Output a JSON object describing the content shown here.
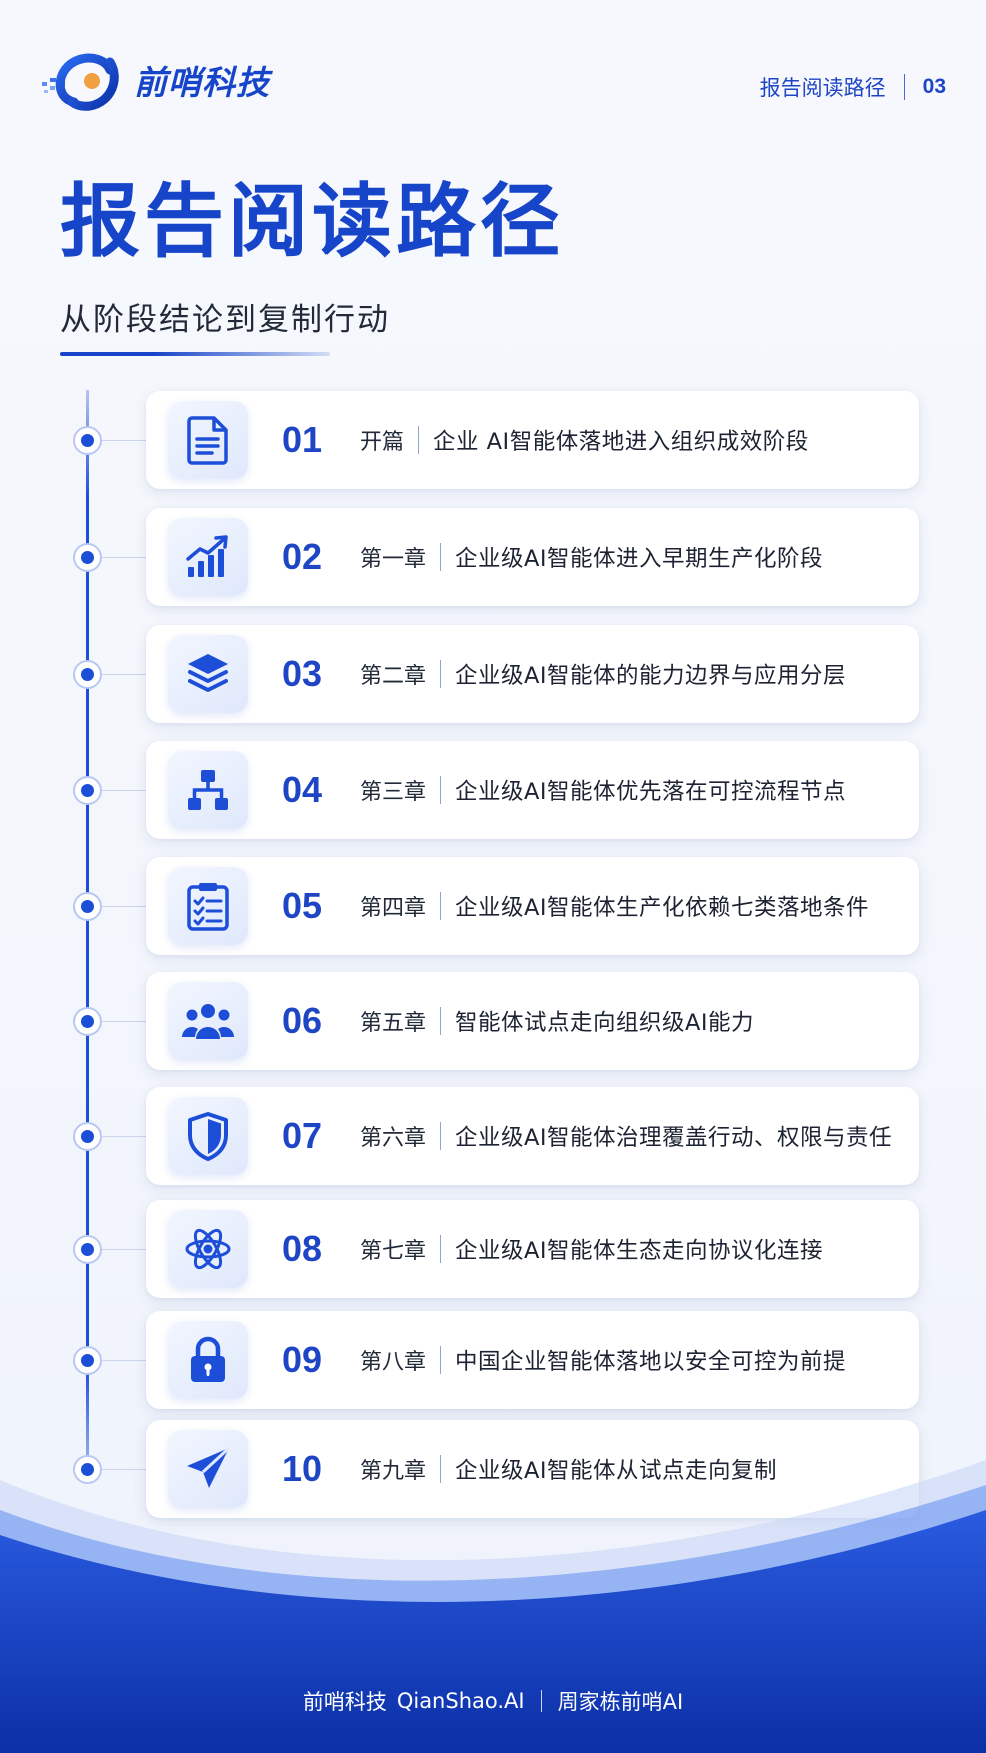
{
  "brand": {
    "name": "前哨科技"
  },
  "header": {
    "section": "报告阅读路径",
    "page_number": "03"
  },
  "title": "报告阅读路径",
  "subtitle": "从阶段结论到复制行动",
  "items": [
    {
      "num": "01",
      "chapter": "开篇",
      "desc": "企业 AI智能体落地进入组织成效阶段",
      "icon": "document-icon"
    },
    {
      "num": "02",
      "chapter": "第一章",
      "desc": "企业级AI智能体进入早期生产化阶段",
      "icon": "growth-chart-icon"
    },
    {
      "num": "03",
      "chapter": "第二章",
      "desc": "企业级AI智能体的能力边界与应用分层",
      "icon": "layers-icon"
    },
    {
      "num": "04",
      "chapter": "第三章",
      "desc": "企业级AI智能体优先落在可控流程节点",
      "icon": "hierarchy-icon"
    },
    {
      "num": "05",
      "chapter": "第四章",
      "desc": "企业级AI智能体生产化依赖七类落地条件",
      "icon": "checklist-icon"
    },
    {
      "num": "06",
      "chapter": "第五章",
      "desc": "智能体试点走向组织级AI能力",
      "icon": "team-icon"
    },
    {
      "num": "07",
      "chapter": "第六章",
      "desc": "企业级AI智能体治理覆盖行动、权限与责任",
      "icon": "shield-icon"
    },
    {
      "num": "08",
      "chapter": "第七章",
      "desc": "企业级AI智能体生态走向协议化连接",
      "icon": "atom-icon"
    },
    {
      "num": "09",
      "chapter": "第八章",
      "desc": "中国企业智能体落地以安全可控为前提",
      "icon": "lock-icon"
    },
    {
      "num": "10",
      "chapter": "第九章",
      "desc": "企业级AI智能体从试点走向复制",
      "icon": "paper-plane-icon"
    }
  ],
  "footer": {
    "company": "前哨科技",
    "site": "QianShao.AI",
    "account": "周家栋前哨AI"
  },
  "colors": {
    "accent": "#1d4ed8",
    "dark_blue": "#0b2fa6",
    "background": "#f5f7fc"
  }
}
